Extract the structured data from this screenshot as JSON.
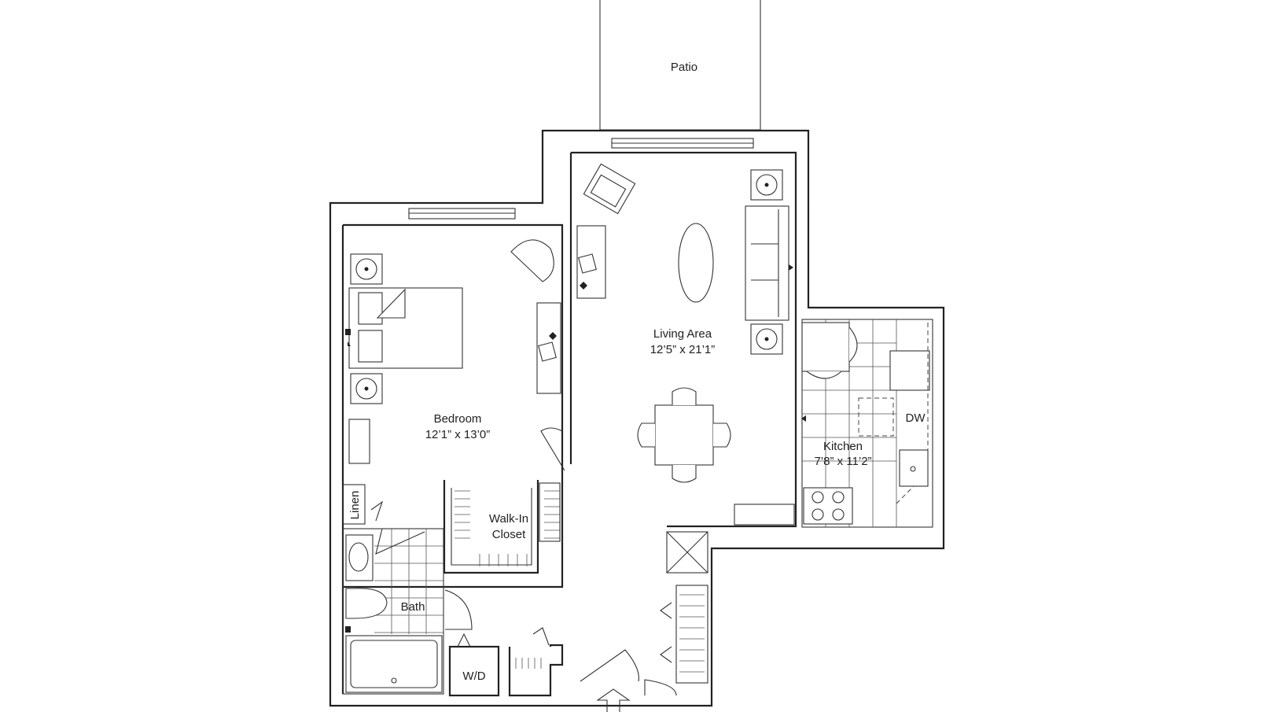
{
  "rooms": {
    "patio": {
      "name": "Patio"
    },
    "living": {
      "name": "Living Area",
      "size": "12’5” x 21’1”"
    },
    "bedroom": {
      "name": "Bedroom",
      "size": "12’1” x 13’0”"
    },
    "kitchen": {
      "name": "Kitchen",
      "size": "7’8” x 11’2”"
    },
    "closet": {
      "name_line1": "Walk-In",
      "name_line2": "Closet"
    },
    "bath": {
      "name": "Bath"
    },
    "linen": {
      "name": "Linen"
    }
  },
  "appliances": {
    "dishwasher": "DW",
    "washer_dryer": "W/D"
  }
}
